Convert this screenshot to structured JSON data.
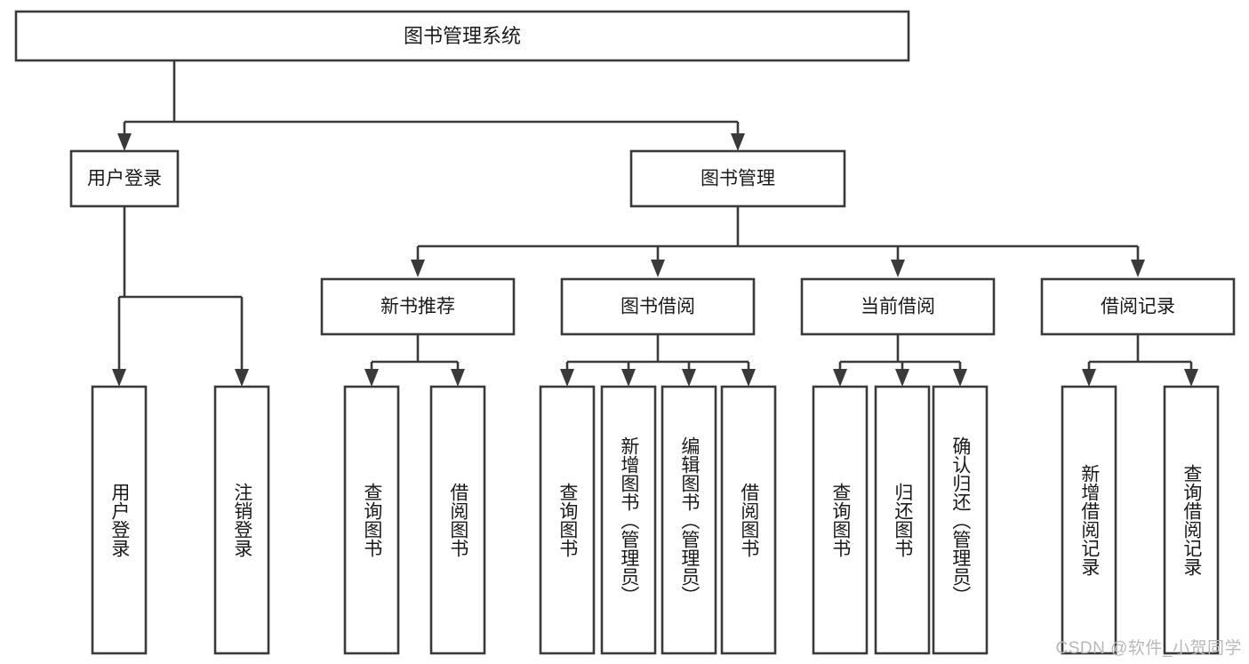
{
  "diagram": {
    "type": "hierarchy-tree",
    "title": "图书管理系统",
    "orientation": "top-down",
    "levels": 4,
    "colors": {
      "background": "#ffffff",
      "line": "#3a3a3a",
      "box_fill": "#ffffff",
      "text": "#1a1a1a",
      "watermark": "#b9b9b9"
    }
  },
  "root": {
    "label": "图书管理系统"
  },
  "level2": [
    {
      "label": "用户登录"
    },
    {
      "label": "图书管理"
    }
  ],
  "level3": [
    {
      "label": "新书推荐"
    },
    {
      "label": "图书借阅"
    },
    {
      "label": "当前借阅"
    },
    {
      "label": "借阅记录"
    }
  ],
  "leaves": {
    "user_login": [
      {
        "label": "用户登录"
      },
      {
        "label": "注销登录"
      }
    ],
    "new_book": [
      {
        "label": "查询图书"
      },
      {
        "label": "借阅图书"
      }
    ],
    "book_borrow": [
      {
        "label": "查询图书"
      },
      {
        "label": "新增图书（管理员）"
      },
      {
        "label": "编辑图书（管理员）"
      },
      {
        "label": "借阅图书"
      }
    ],
    "current_borrow": [
      {
        "label": "查询图书"
      },
      {
        "label": "归还图书"
      },
      {
        "label": "确认归还（管理员）"
      }
    ],
    "borrow_record": [
      {
        "label": "新增借阅记录"
      },
      {
        "label": "查询借阅记录"
      }
    ]
  },
  "watermark": {
    "text": "CSDN @软件_小贺同学"
  }
}
